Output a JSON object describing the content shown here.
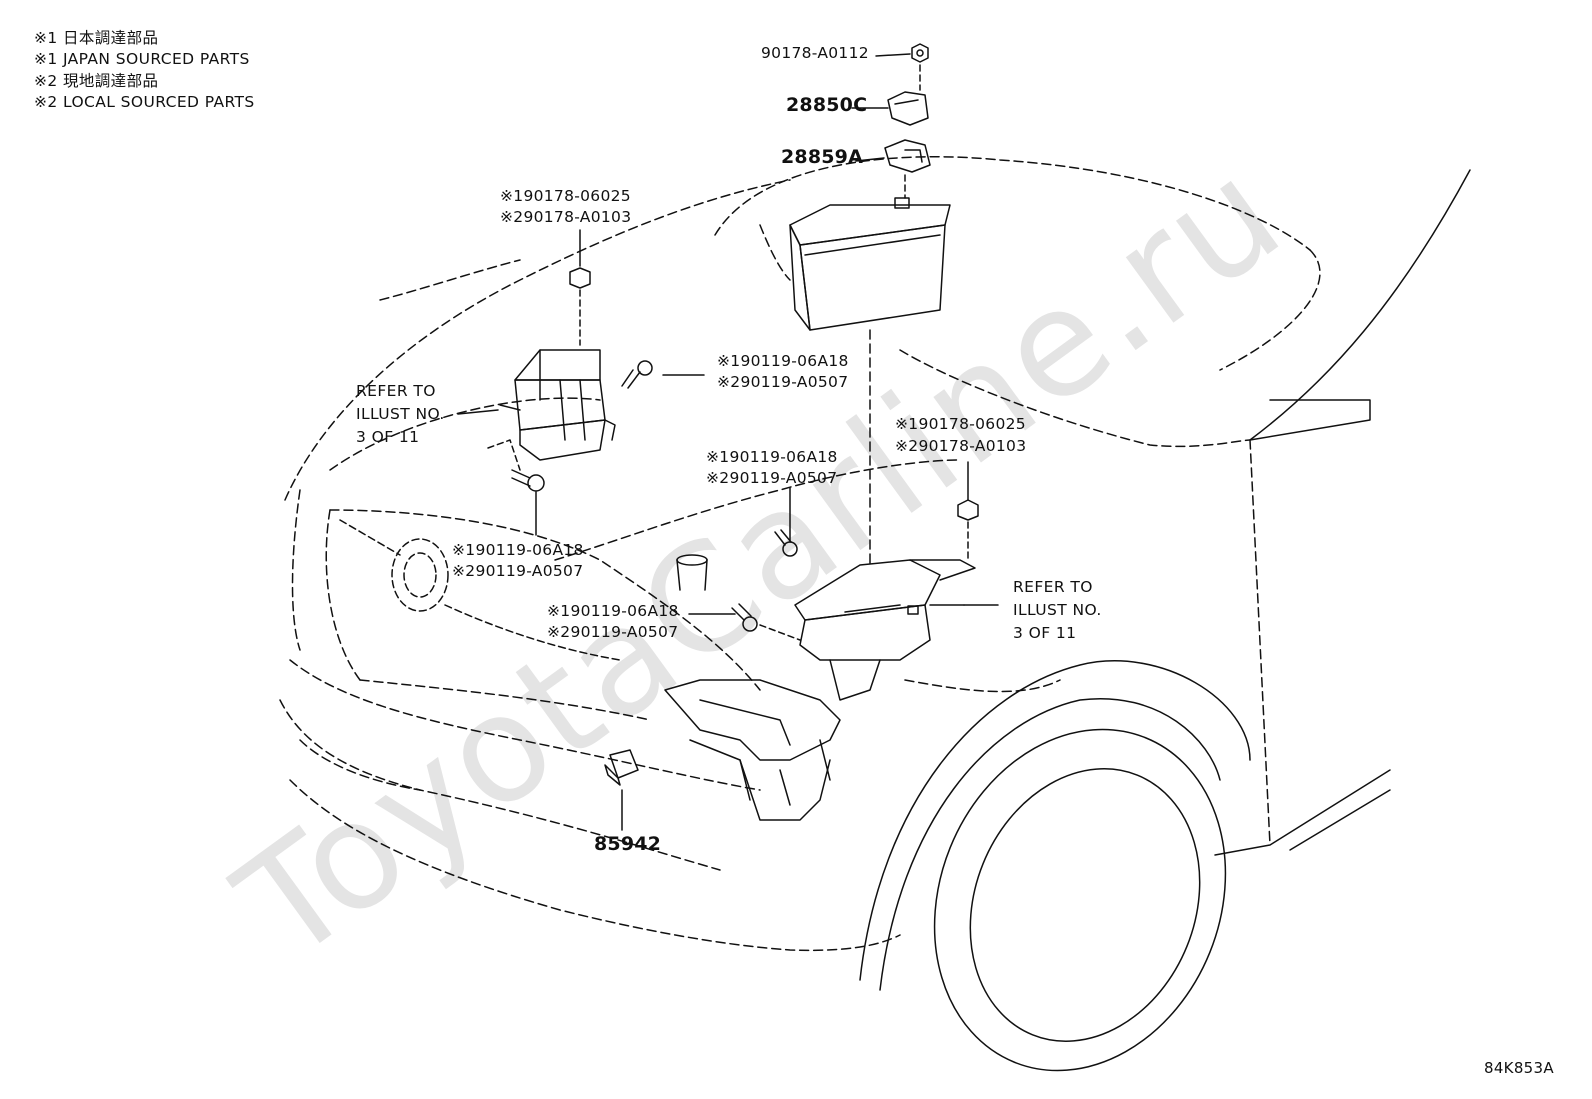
{
  "legend": {
    "line1": "※1 日本調達部品",
    "line2": "※1 JAPAN SOURCED PARTS",
    "line3": "※2 現地調達部品",
    "line4": "※2 LOCAL SOURCED PARTS"
  },
  "parts": {
    "nut_top": "90178-A0112",
    "clamp_28850c": "28850C",
    "clamp_28859a": "28859A",
    "nut_left_1": "※190178-06025",
    "nut_left_2": "※290178-A0103",
    "bolt_upper_1": "※190119-06A18",
    "bolt_upper_2": "※290119-A0507",
    "nut_right_1": "※190178-06025",
    "nut_right_2": "※290178-A0103",
    "bolt_mid_1": "※190119-06A18",
    "bolt_mid_2": "※290119-A0507",
    "bolt_left_1": "※190119-06A18",
    "bolt_left_2": "※290119-A0507",
    "bolt_low_1": "※190119-06A18",
    "bolt_low_2": "※290119-A0507",
    "sensor_85942": "85942"
  },
  "refs": {
    "left": {
      "l1": "REFER TO",
      "l2": "ILLUST NO.",
      "l3": "3 OF 11"
    },
    "right": {
      "l1": "REFER TO",
      "l2": "ILLUST NO.",
      "l3": "3 OF 11"
    }
  },
  "watermark": "ToyotaCarline.ru",
  "diagram_code": "84K853A"
}
